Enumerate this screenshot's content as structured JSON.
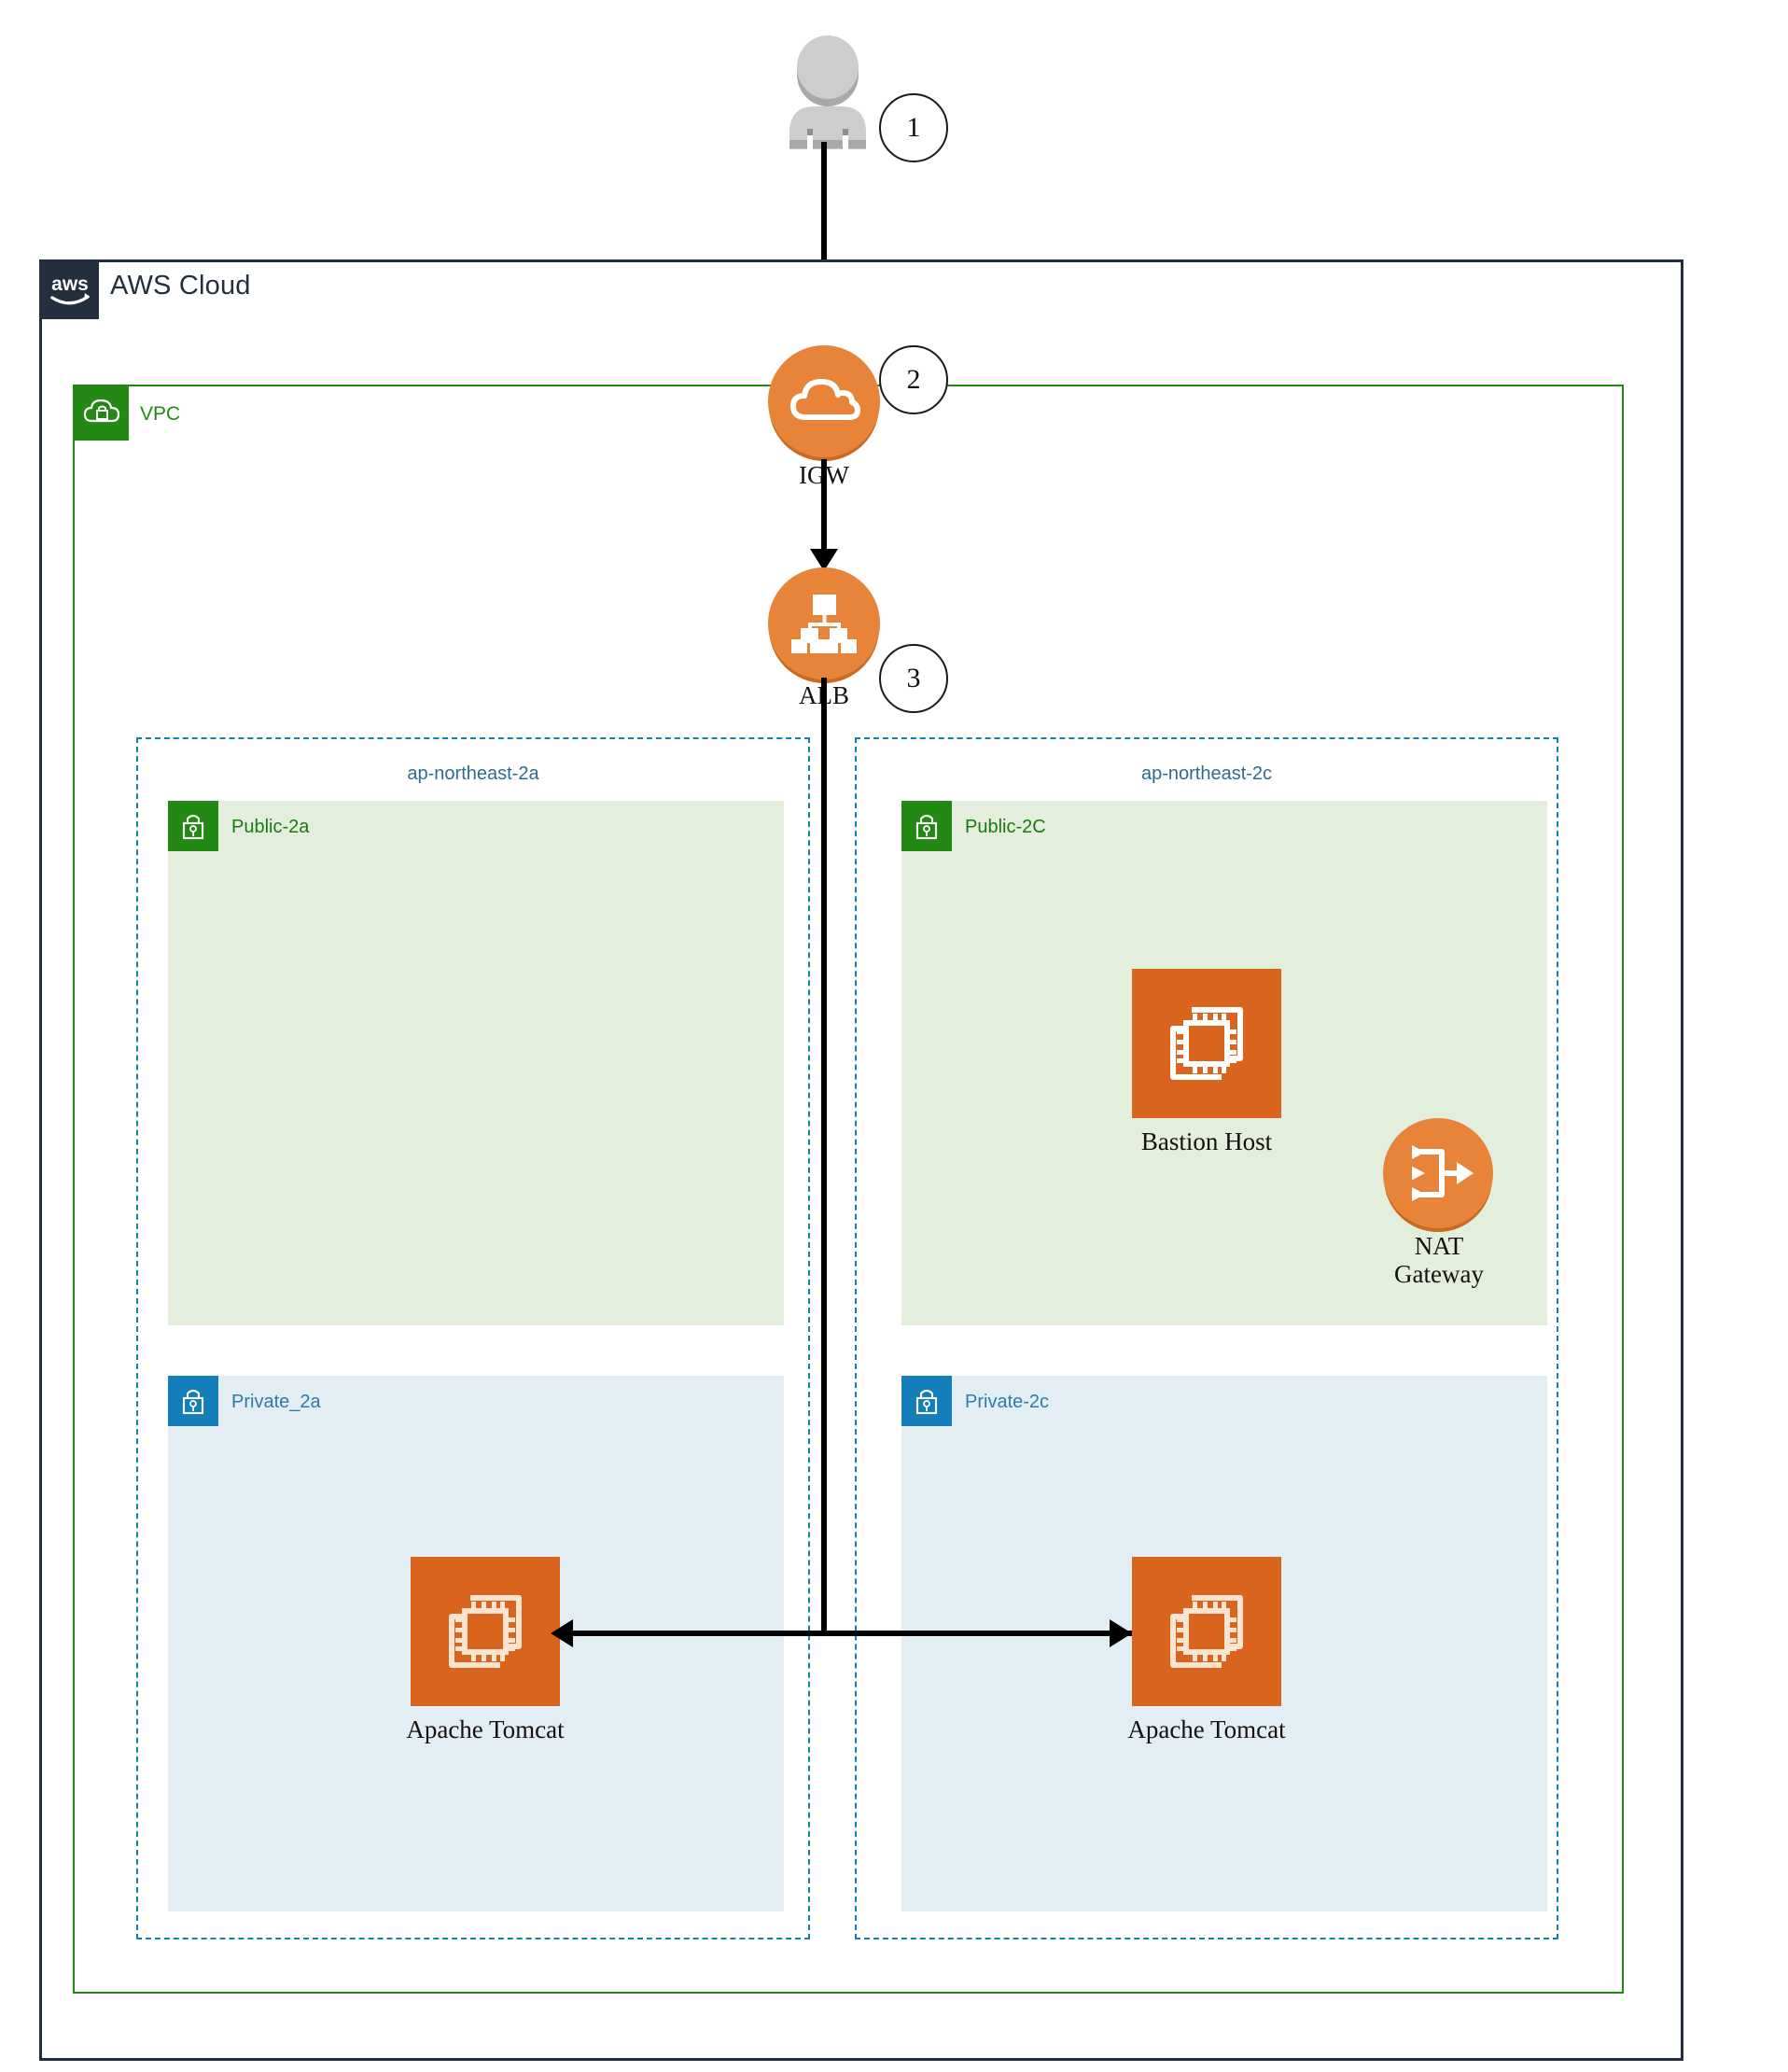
{
  "diagram": {
    "title": "AWS Cloud",
    "cloud_border_color": "#232F3E",
    "vpc_color": "#248814",
    "az_color": "#147EBA",
    "public_subnet_fill": "#E3EFDC",
    "private_subnet_fill": "#E2EDF4",
    "service_orange": "#E8833A",
    "ec2_orange": "#D9641E"
  },
  "cloud": {
    "label": "AWS Cloud",
    "logo_text": "aws"
  },
  "vpc": {
    "label": "VPC"
  },
  "actor": {
    "name": "user-actor",
    "icon": "user-icon"
  },
  "steps": [
    {
      "id": "step-1",
      "label": "1"
    },
    {
      "id": "step-2",
      "label": "2"
    },
    {
      "id": "step-3",
      "label": "3"
    }
  ],
  "gateways": {
    "igw": {
      "label": "IGW",
      "icon": "internet-gateway-icon"
    },
    "alb": {
      "label": "ALB",
      "icon": "load-balancer-icon"
    },
    "nat": {
      "label_line1": "NAT",
      "label_line2": "Gateway",
      "icon": "nat-gateway-icon"
    }
  },
  "availability_zones": [
    {
      "id": "az-left",
      "label": "ap-northeast-2a"
    },
    {
      "id": "az-right",
      "label": "ap-northeast-2c"
    }
  ],
  "subnets": [
    {
      "id": "public-2a",
      "label": "Public-2a",
      "type": "public",
      "zone": "ap-northeast-2a"
    },
    {
      "id": "public-2c",
      "label": "Public-2C",
      "type": "public",
      "zone": "ap-northeast-2c"
    },
    {
      "id": "private-2a",
      "label": "Private_2a",
      "type": "private",
      "zone": "ap-northeast-2a"
    },
    {
      "id": "private-2c",
      "label": "Private-2c",
      "type": "private",
      "zone": "ap-northeast-2c"
    }
  ],
  "instances": [
    {
      "id": "bastion-host",
      "label": "Bastion Host",
      "icon": "ec2-instance-icon",
      "subnet": "Public-2C"
    },
    {
      "id": "tomcat-2a",
      "label": "Apache Tomcat",
      "icon": "ec2-instance-icon",
      "subnet": "Private_2a"
    },
    {
      "id": "tomcat-2c",
      "label": "Apache Tomcat",
      "icon": "ec2-instance-icon",
      "subnet": "Private-2c"
    }
  ]
}
